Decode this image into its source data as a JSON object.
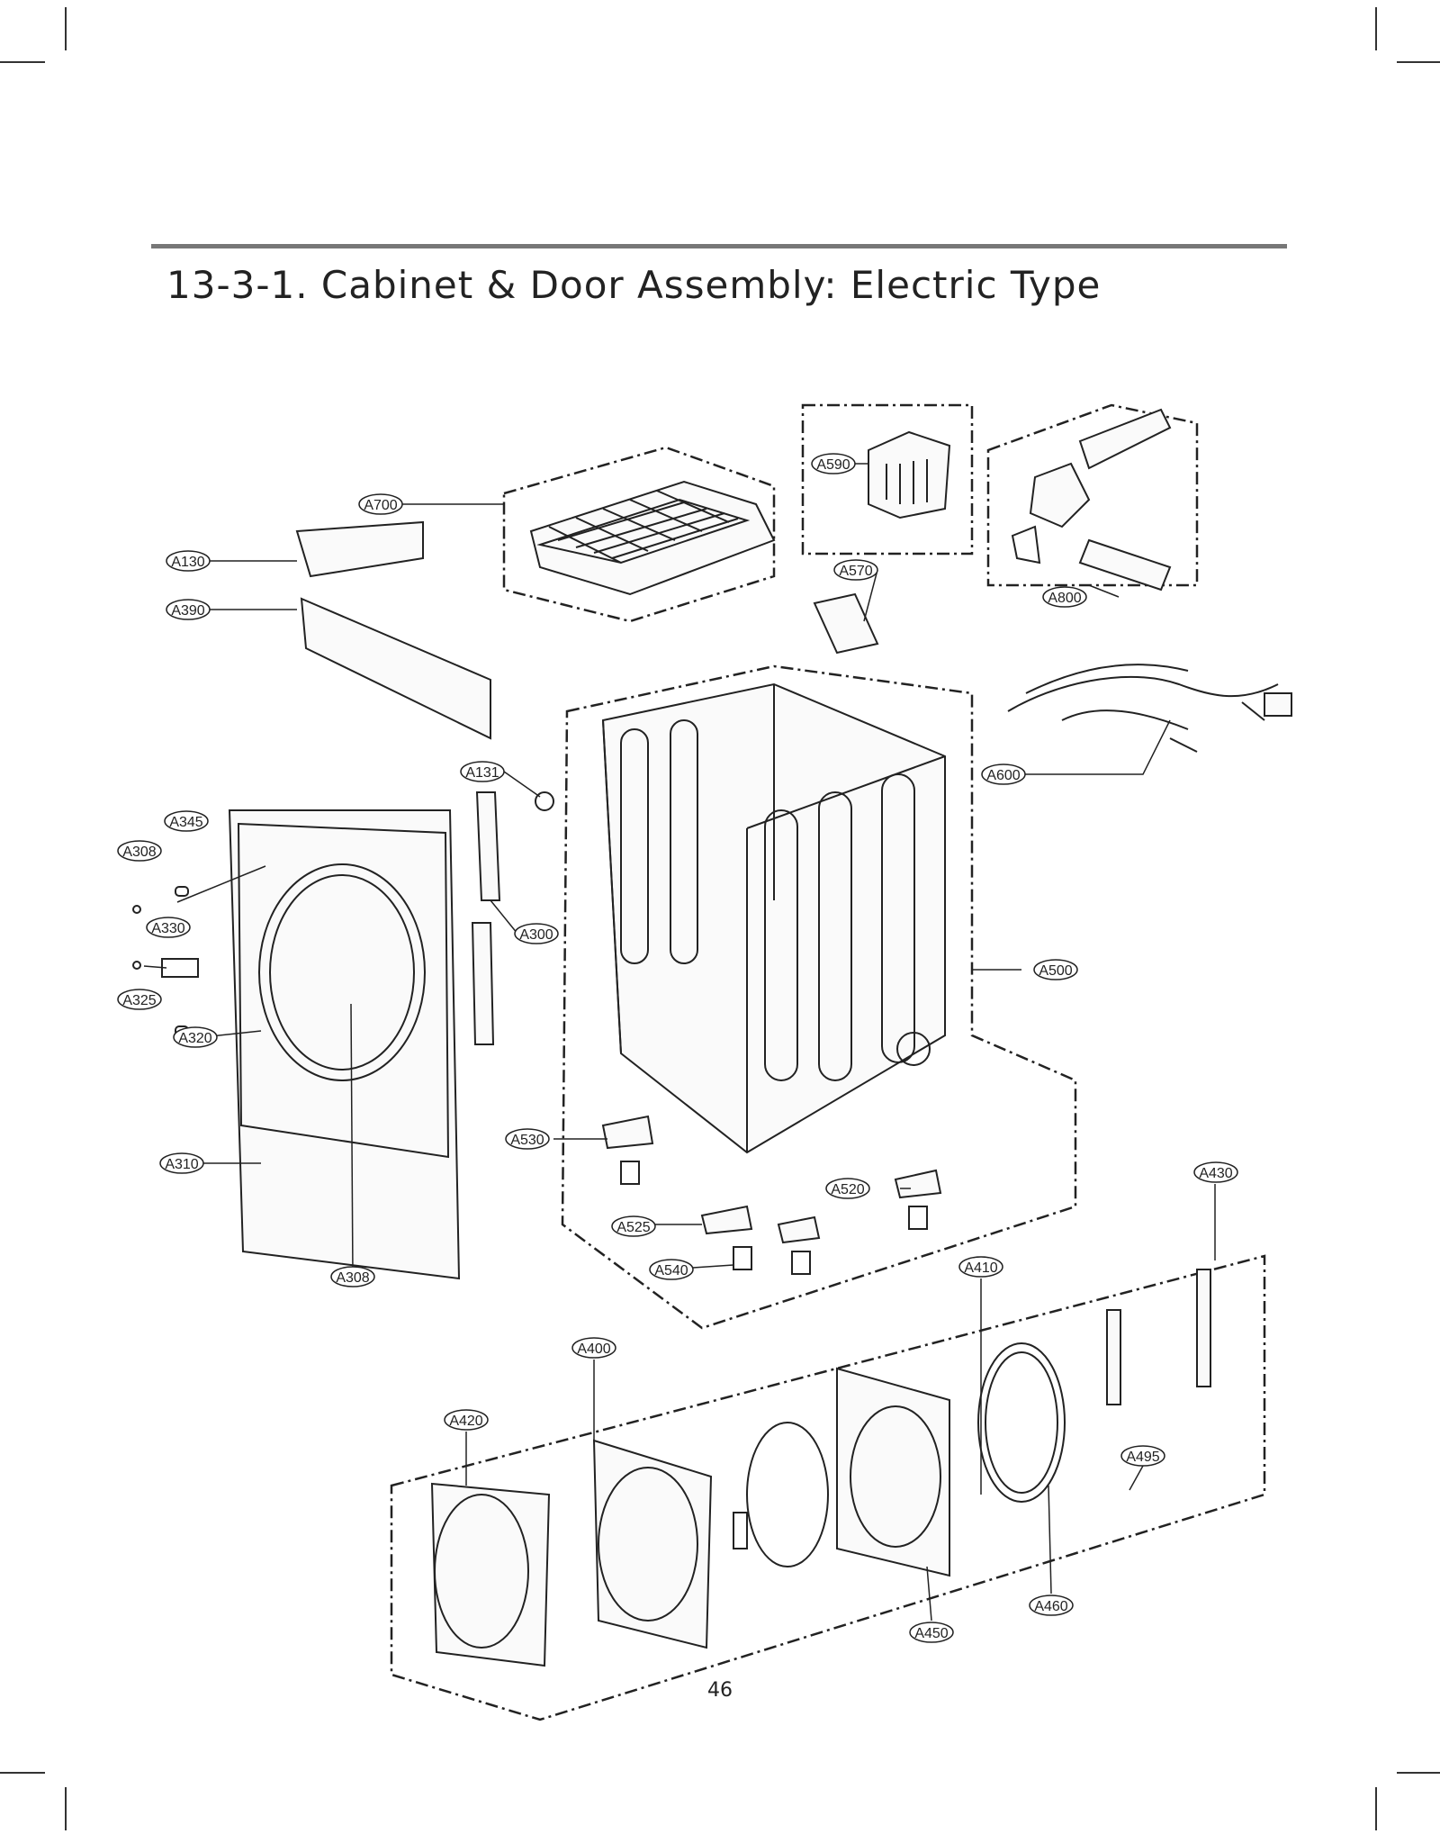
{
  "title": "13-3-1. Cabinet & Door Assembly: Electric Type",
  "page_number": "46",
  "callouts": [
    {
      "label": "A700"
    },
    {
      "label": "A130"
    },
    {
      "label": "A390"
    },
    {
      "label": "A590"
    },
    {
      "label": "A570"
    },
    {
      "label": "A800"
    },
    {
      "label": "A131"
    },
    {
      "label": "A600"
    },
    {
      "label": "A345"
    },
    {
      "label": "A308"
    },
    {
      "label": "A330"
    },
    {
      "label": "A300"
    },
    {
      "label": "A500"
    },
    {
      "label": "A325"
    },
    {
      "label": "A320"
    },
    {
      "label": "A530"
    },
    {
      "label": "A310"
    },
    {
      "label": "A520"
    },
    {
      "label": "A430"
    },
    {
      "label": "A525"
    },
    {
      "label": "A540"
    },
    {
      "label": "A410"
    },
    {
      "label": "A308"
    },
    {
      "label": "A400"
    },
    {
      "label": "A420"
    },
    {
      "label": "A495"
    },
    {
      "label": "A460"
    },
    {
      "label": "A450"
    }
  ]
}
